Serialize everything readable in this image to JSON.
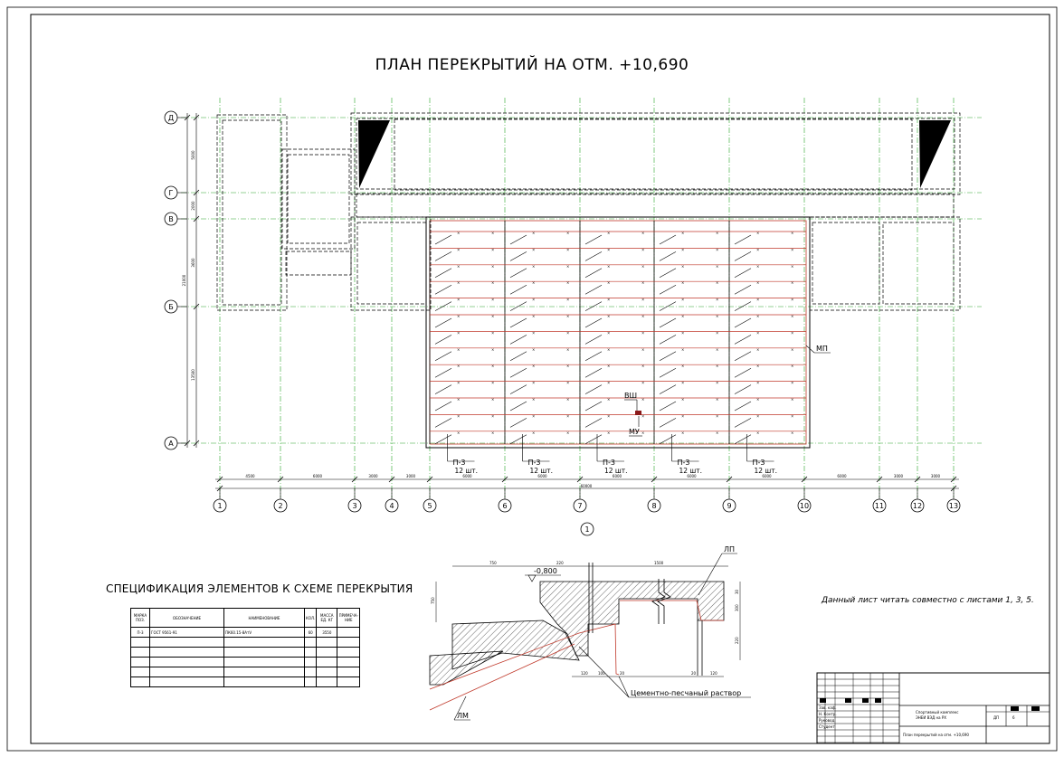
{
  "drawing": {
    "title": "ПЛАН ПЕРЕКРЫТИЙ НА ОТМ. +10,690",
    "axes_rows": [
      "Д",
      "Г",
      "В",
      "Б",
      "А"
    ],
    "axes_columns": [
      "1",
      "2",
      "3",
      "4",
      "5",
      "6",
      "7",
      "8",
      "9",
      "10",
      "11",
      "12",
      "13"
    ],
    "row_dims": [
      "5000",
      "2000",
      "3600",
      "13500"
    ],
    "row_total": "21000",
    "col_dims": [
      "4500",
      "6000",
      "3000",
      "3000",
      "6000",
      "6000",
      "6000",
      "6000",
      "6000",
      "6000",
      "3000",
      "3000"
    ],
    "col_total": "60000",
    "slab_marks": [
      {
        "mark": "П-3",
        "count": "12 шт."
      },
      {
        "mark": "П-3",
        "count": "12 шт."
      },
      {
        "mark": "П-3",
        "count": "12 шт."
      },
      {
        "mark": "П-3",
        "count": "12 шт."
      },
      {
        "mark": "П-3",
        "count": "12 шт."
      }
    ],
    "labels": {
      "mp": "МП",
      "vsh": "ВШ",
      "mu": "МУ"
    },
    "section_mark": "1"
  },
  "section": {
    "elevation": "-0,800",
    "lp": "ЛП",
    "lm": "ЛМ",
    "mortar": "Цементно-песчаный раствор",
    "dims_top": [
      "750",
      "220",
      "1500"
    ],
    "dims_left": "750",
    "dims_right": [
      "30",
      "300",
      "220"
    ],
    "dims_bottom": [
      "120",
      "100",
      "20",
      "20",
      "120"
    ]
  },
  "spec": {
    "title": "СПЕЦИФИКАЦИЯ ЭЛЕМЕНТОВ К СХЕМЕ ПЕРЕКРЫТИЯ",
    "headers": [
      "МАРКА ПОЗ.",
      "ОБОЗНАЧЕНИЕ",
      "НАИМЕНОВАНИЕ",
      "КОЛ.",
      "МАССА ЕД. КГ",
      "ПРИМЕЧА- НИЕ"
    ],
    "rows": [
      [
        "П-3",
        "ГОСТ 9561-91",
        "ПК60.15-8АтV",
        "60",
        "3550",
        ""
      ]
    ]
  },
  "note": "Данный лист читать совместно с листами 1, 3, 5.",
  "stamp": {
    "project": "Спортивный комплекс",
    "project2": "ЭНЕИ ВЭД на РХ",
    "sheet_title": "План перекрытий на отм. +10,690",
    "stage": "ДП",
    "sheet": "6",
    "roles": [
      "Зав. каф.",
      "Н. Контр.",
      "Руковод.",
      "Студент"
    ]
  }
}
